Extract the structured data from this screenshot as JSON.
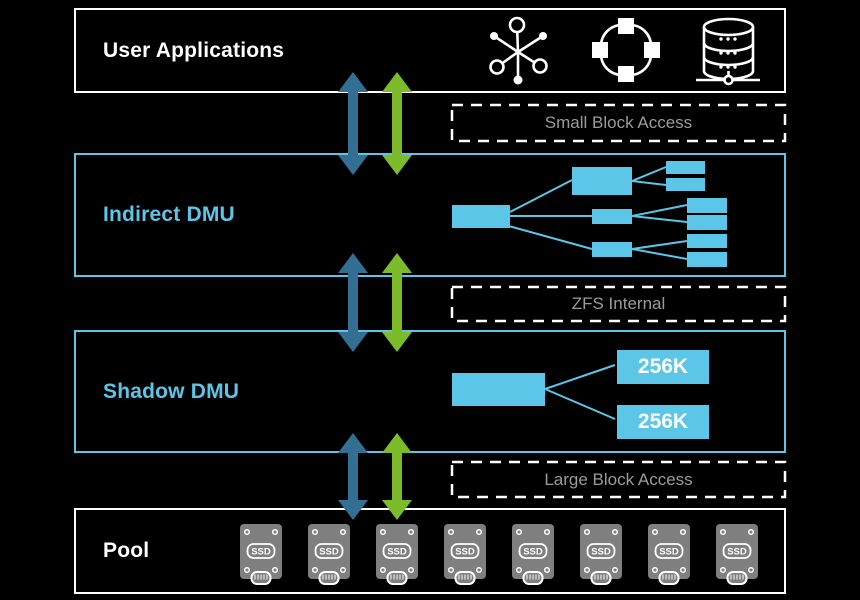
{
  "colors": {
    "background": "#000000",
    "accent_blue": "#5BC6E8",
    "arrow_blue": "#336F92",
    "arrow_green": "#7CBB2A",
    "gray_label_text": "#9B9B9B",
    "ssd_gray": "#7F7F7F",
    "white": "#FFFFFF"
  },
  "layers": {
    "user_applications": {
      "label": "User Applications",
      "icons": [
        "molecule-icon",
        "cluster-ring-icon",
        "database-network-icon"
      ]
    },
    "indirect_dmu": {
      "label": "Indirect DMU",
      "tree": {
        "root_blocks": 1,
        "branch_blocks": 3,
        "leaf_blocks": 6
      }
    },
    "shadow_dmu": {
      "label": "Shadow DMU",
      "blocks": [
        "256K",
        "256K"
      ]
    },
    "pool": {
      "label": "Pool",
      "ssd_label": "SSD",
      "ssd_count": 8
    }
  },
  "access_labels": {
    "small_block": "Small Block Access",
    "zfs_internal": "ZFS Internal",
    "large_block": "Large Block Access"
  }
}
